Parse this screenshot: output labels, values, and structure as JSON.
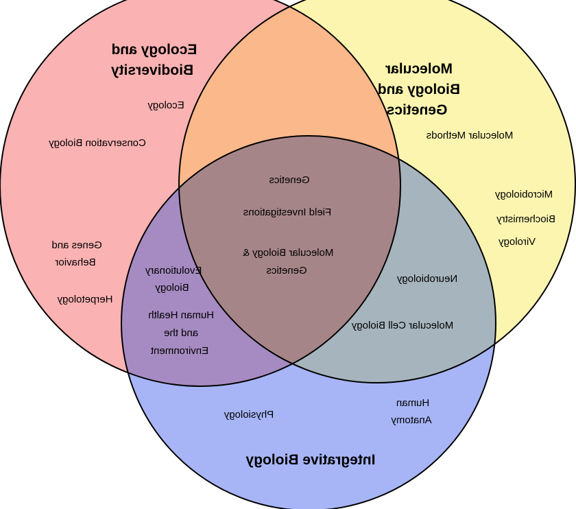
{
  "diagram": {
    "type": "venn",
    "mirrored": true,
    "colors": {
      "ecology": "#fbb2b2",
      "molecular": "#fbf5b0",
      "integrative": "#a7b5f7",
      "ecology_molecular": "#fbb88a",
      "ecology_integrative": "#a68bc2",
      "molecular_integrative": "#a6b4bd",
      "all_three": "#a68588",
      "outline": "#000000"
    },
    "sets": {
      "ecology": {
        "title_lines": [
          "Ecology and",
          "Biodiversity"
        ]
      },
      "molecular": {
        "title_lines": [
          "Molecular",
          "Biology and",
          "Genetics"
        ]
      },
      "integrative": {
        "title_lines": [
          "Integrative Biology"
        ]
      }
    },
    "regions": {
      "ecology_only": [
        {
          "lines": [
            "Ecology"
          ]
        },
        {
          "lines": [
            "Conservation Biology"
          ]
        },
        {
          "lines": [
            "Genes and",
            "Behavior"
          ]
        },
        {
          "lines": [
            "Herpetology"
          ]
        }
      ],
      "molecular_only": [
        {
          "lines": [
            "Molecular Methods"
          ]
        },
        {
          "lines": [
            "Microbiology"
          ]
        },
        {
          "lines": [
            "Biochemistry"
          ]
        },
        {
          "lines": [
            "Virology"
          ]
        }
      ],
      "integrative_only": [
        {
          "lines": [
            "Physiology"
          ]
        },
        {
          "lines": [
            "Human",
            "Anatomy"
          ]
        }
      ],
      "ecology_integrative": [
        {
          "lines": [
            "Evolutionary",
            "Biology"
          ]
        },
        {
          "lines": [
            "Human Health",
            "and the",
            "Environment"
          ]
        }
      ],
      "molecular_integrative": [
        {
          "lines": [
            "Neurobiology"
          ]
        },
        {
          "lines": [
            "Molecular Cell Biology"
          ]
        }
      ],
      "all_three": [
        {
          "lines": [
            "Genetics"
          ]
        },
        {
          "lines": [
            "Field Investigations"
          ]
        },
        {
          "lines": [
            "Molecular Biology &",
            "Genetics"
          ]
        }
      ]
    }
  }
}
